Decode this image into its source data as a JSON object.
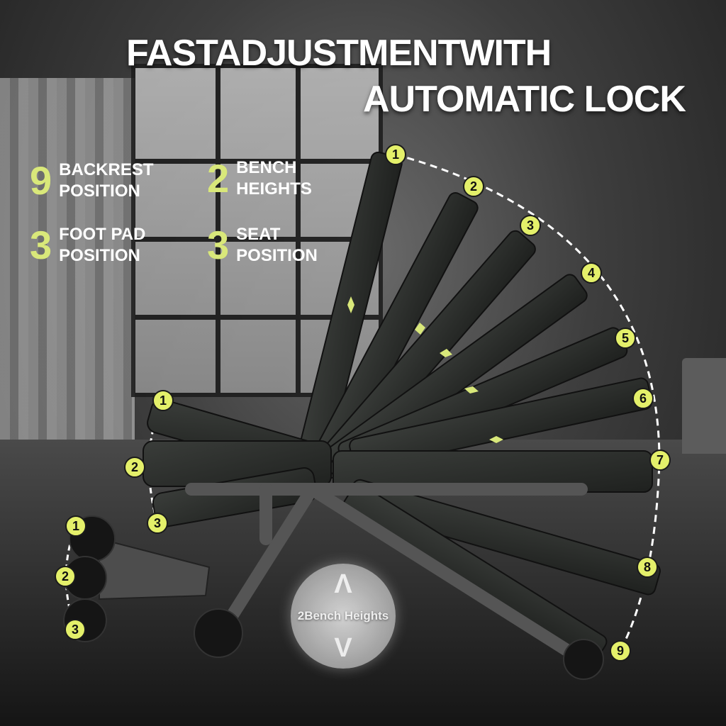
{
  "headline": {
    "line1": "FASTADJUSTMENTWITH",
    "line2": "AUTOMATIC LOCK"
  },
  "features": [
    {
      "number": "9",
      "line1": "BACKREST",
      "line2": "POSITION"
    },
    {
      "number": "2",
      "line1": "BENCH",
      "line2": "HEIGHTS"
    },
    {
      "number": "3",
      "line1": "FOOT PAD",
      "line2": "POSITION"
    },
    {
      "number": "3",
      "line1": "SEAT",
      "line2": "POSITION"
    }
  ],
  "backrest_markers": [
    "1",
    "2",
    "3",
    "4",
    "5",
    "6",
    "7",
    "8",
    "9"
  ],
  "seat_markers": [
    "1",
    "2",
    "3"
  ],
  "footpad_markers": [
    "1",
    "2",
    "3"
  ],
  "bench_heights": {
    "label": "2Bench Heights",
    "up_arrow": "Λ",
    "down_arrow": "V"
  },
  "colors": {
    "accent": "#e4f06a",
    "text": "#ffffff",
    "pad": "#2b2e2b"
  }
}
